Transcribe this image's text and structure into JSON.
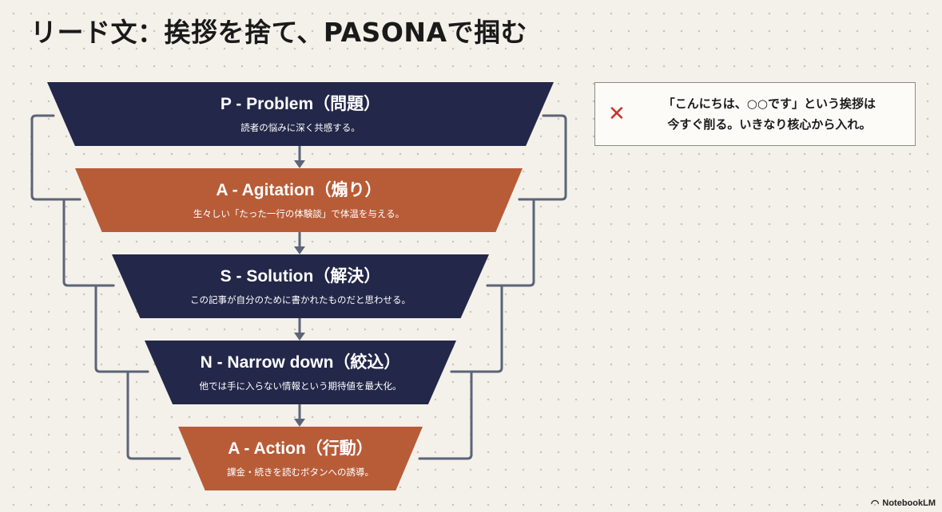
{
  "title": "リード文：挨拶を捨て、PASONAで掴む",
  "stages": [
    {
      "title": "P - Problem（問題）",
      "desc": "読者の悩みに深く共感する。",
      "color": "navy"
    },
    {
      "title": "A - Agitation（煽り）",
      "desc": "生々しい「たった一行の体験談」で体温を与える。",
      "color": "orange"
    },
    {
      "title": "S - Solution（解決）",
      "desc": "この記事が自分のために書かれたものだと思わせる。",
      "color": "navy"
    },
    {
      "title": "N - Narrow down（絞込）",
      "desc": "他では手に入らない情報という期待値を最大化。",
      "color": "navy"
    },
    {
      "title": "A - Action（行動）",
      "desc": "課金・続きを読むボタンへの誘導。",
      "color": "orange"
    }
  ],
  "note": {
    "icon": "cross-icon",
    "line1": "「こんにちは、○○です」という挨拶は",
    "line2": "今すぐ削る。いきなり核心から入れ。"
  },
  "logo": {
    "icon": "notebooklm-icon",
    "text": "NotebookLM"
  },
  "colors": {
    "navy": "#232749",
    "orange": "#b85c38",
    "connector": "#5c6478",
    "cross": "#c9332b"
  }
}
